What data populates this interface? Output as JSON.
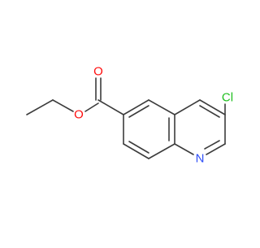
{
  "molecule": {
    "atoms": [
      {
        "id": "O_carbonyl",
        "symbol": "O",
        "color": "#ff0d0d"
      },
      {
        "id": "O_ester",
        "symbol": "O",
        "color": "#ff0d0d"
      },
      {
        "id": "Cl",
        "symbol": "Cl",
        "color": "#1fbf1f"
      },
      {
        "id": "N",
        "symbol": "N",
        "color": "#3050f8"
      }
    ],
    "bond_color": "#3c3c3c"
  }
}
